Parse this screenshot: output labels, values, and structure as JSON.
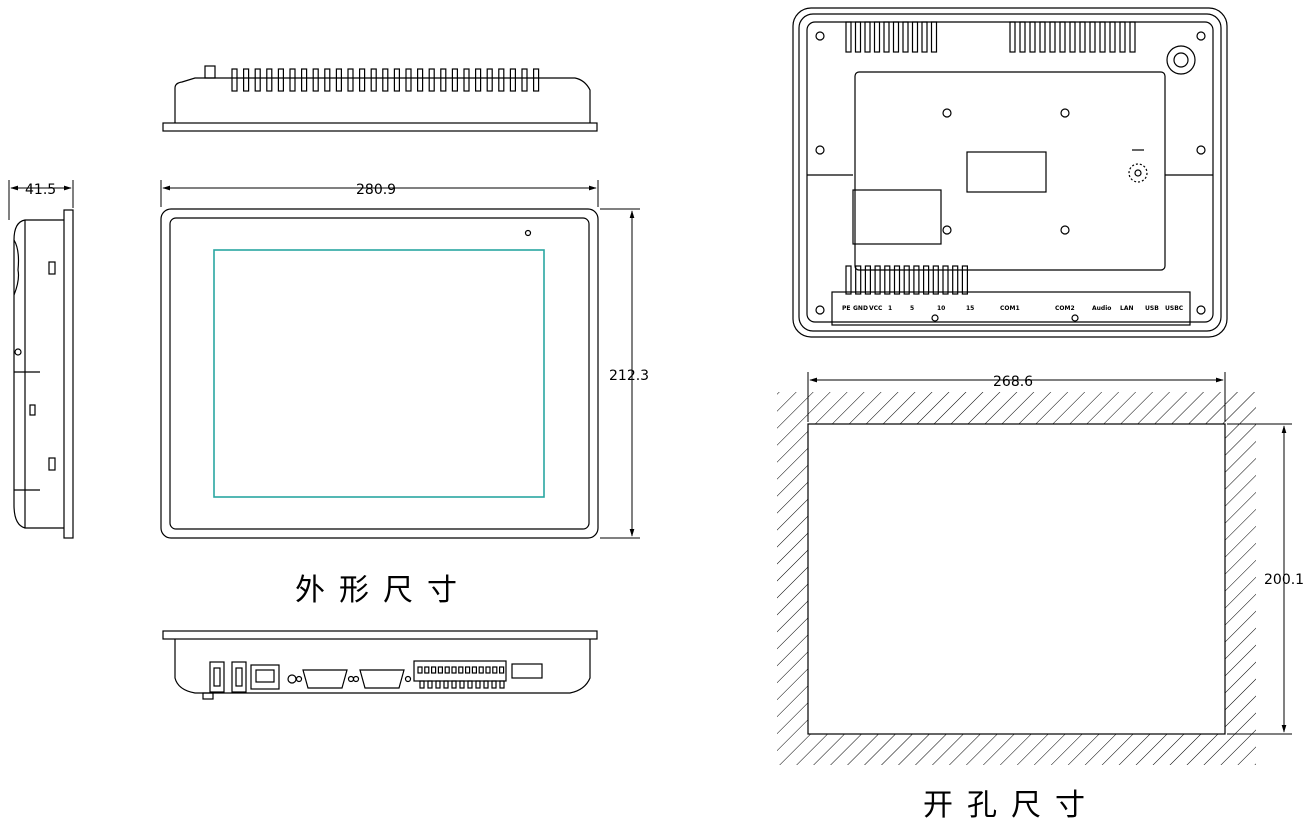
{
  "dimensions": {
    "depth": "41.5",
    "width": "280.9",
    "height": "212.3",
    "cutout_width": "268.6",
    "cutout_height": "200.1"
  },
  "captions": {
    "outline": "外形尺寸",
    "cutout": "开孔尺寸"
  },
  "rear_labels": {
    "pe": "PE",
    "gnd": "GND",
    "vcc": "VCC",
    "n1": "1",
    "n5": "5",
    "n10": "10",
    "n15": "15",
    "com1": "COM1",
    "com2": "COM2",
    "audio": "Audio",
    "lan": "LAN",
    "usb": "USB",
    "usbc": "USBC"
  },
  "colors": {
    "line": "#000000",
    "screen": "#2aa7a1"
  }
}
